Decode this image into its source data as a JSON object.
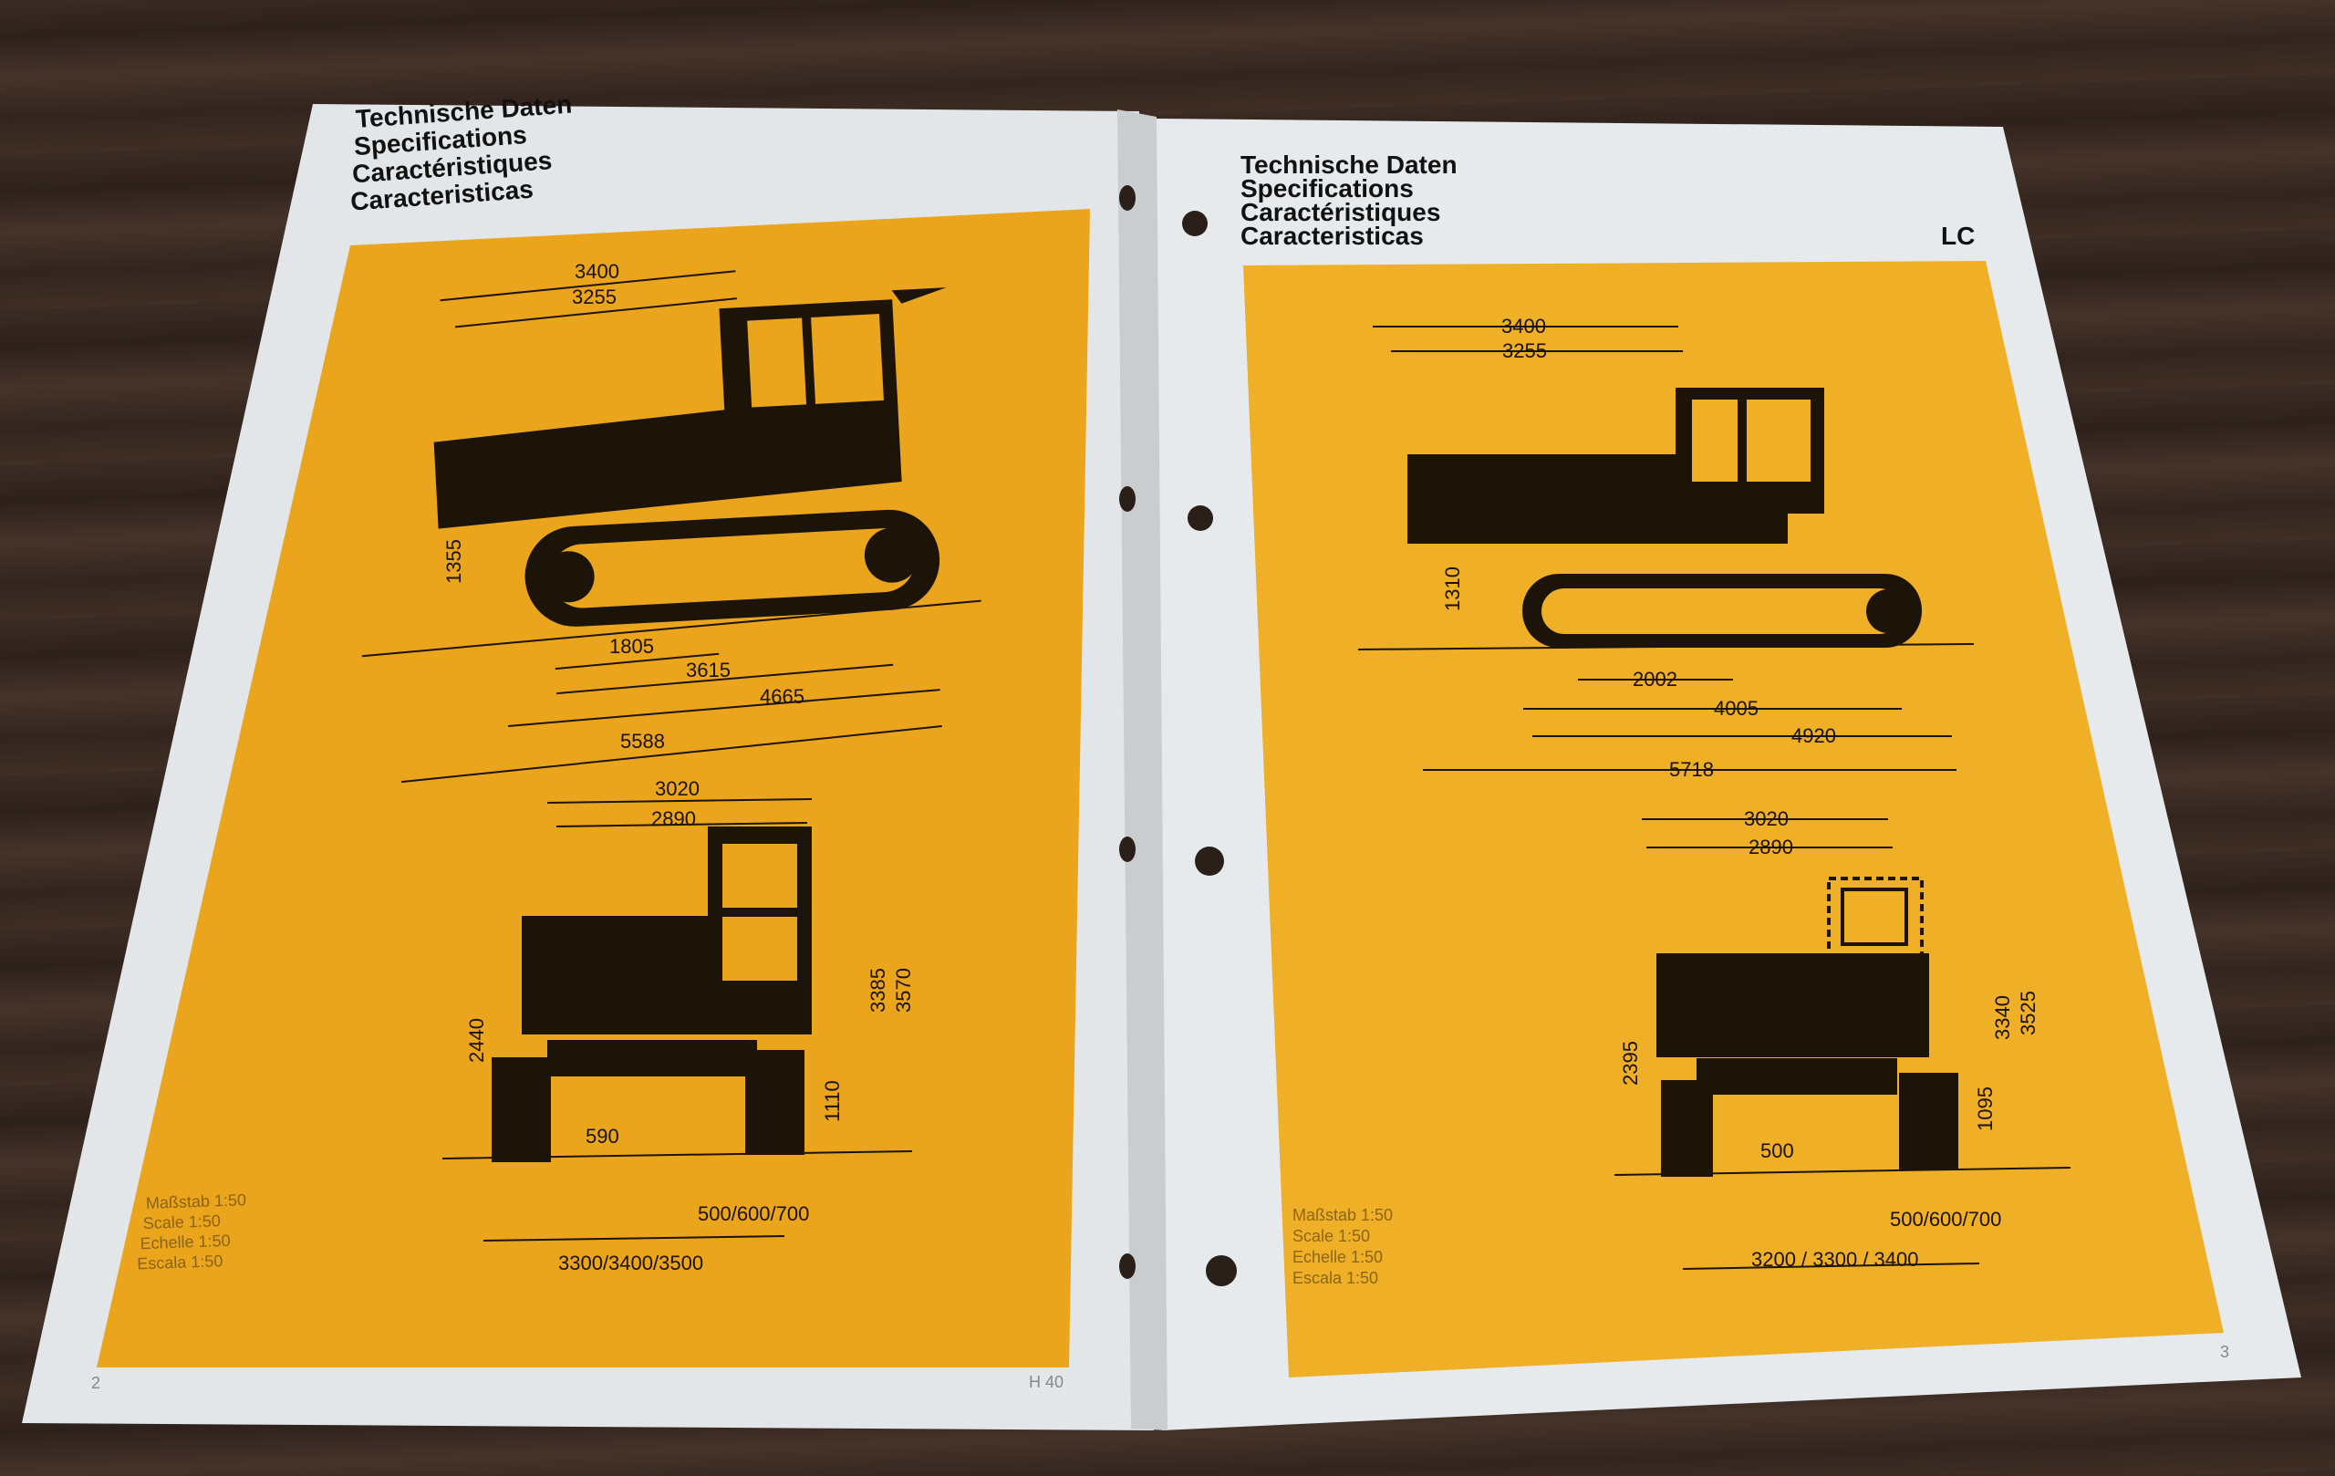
{
  "left_page": {
    "header": [
      "Technische Daten",
      "Specifications",
      "Caractéristiques",
      "Caracteristicas"
    ],
    "side_view_dimensions": {
      "top1": "3400",
      "top2": "3255",
      "height": "1355",
      "d1": "1805",
      "d2": "3615",
      "d3": "4665",
      "d4": "5588"
    },
    "front_view_dimensions": {
      "w1": "3020",
      "w2": "2890",
      "h1": "2440",
      "h2": "3385",
      "h3": "3570",
      "h4": "1110",
      "clearance": "590",
      "track": "500/600/700",
      "width": "3300/3400/3500"
    },
    "scale": [
      "Maßstab 1:50",
      "Scale 1:50",
      "Echelle 1:50",
      "Escala 1:50"
    ],
    "page_number": "2",
    "model_label": "H 40"
  },
  "right_page": {
    "header": [
      "Technische Daten",
      "Specifications",
      "Caractéristiques",
      "Caracteristicas"
    ],
    "variant": "LC",
    "side_view_dimensions": {
      "top1": "3400",
      "top2": "3255",
      "height": "1310",
      "d1": "2002",
      "d2": "4005",
      "d3": "4920",
      "d4": "5718"
    },
    "front_view_dimensions": {
      "w1": "3020",
      "w2": "2890",
      "h1": "2395",
      "h2": "3340",
      "h3": "3525",
      "h4": "1095",
      "clearance": "500",
      "track": "500/600/700",
      "width": "3200 / 3300 / 3400"
    },
    "scale": [
      "Maßstab 1:50",
      "Scale 1:50",
      "Echelle 1:50",
      "Escala 1:50"
    ],
    "page_number": "3"
  },
  "colors": {
    "paper": "#e4e8ea",
    "yellow": "#e8a820",
    "ink": "#1c1408"
  }
}
